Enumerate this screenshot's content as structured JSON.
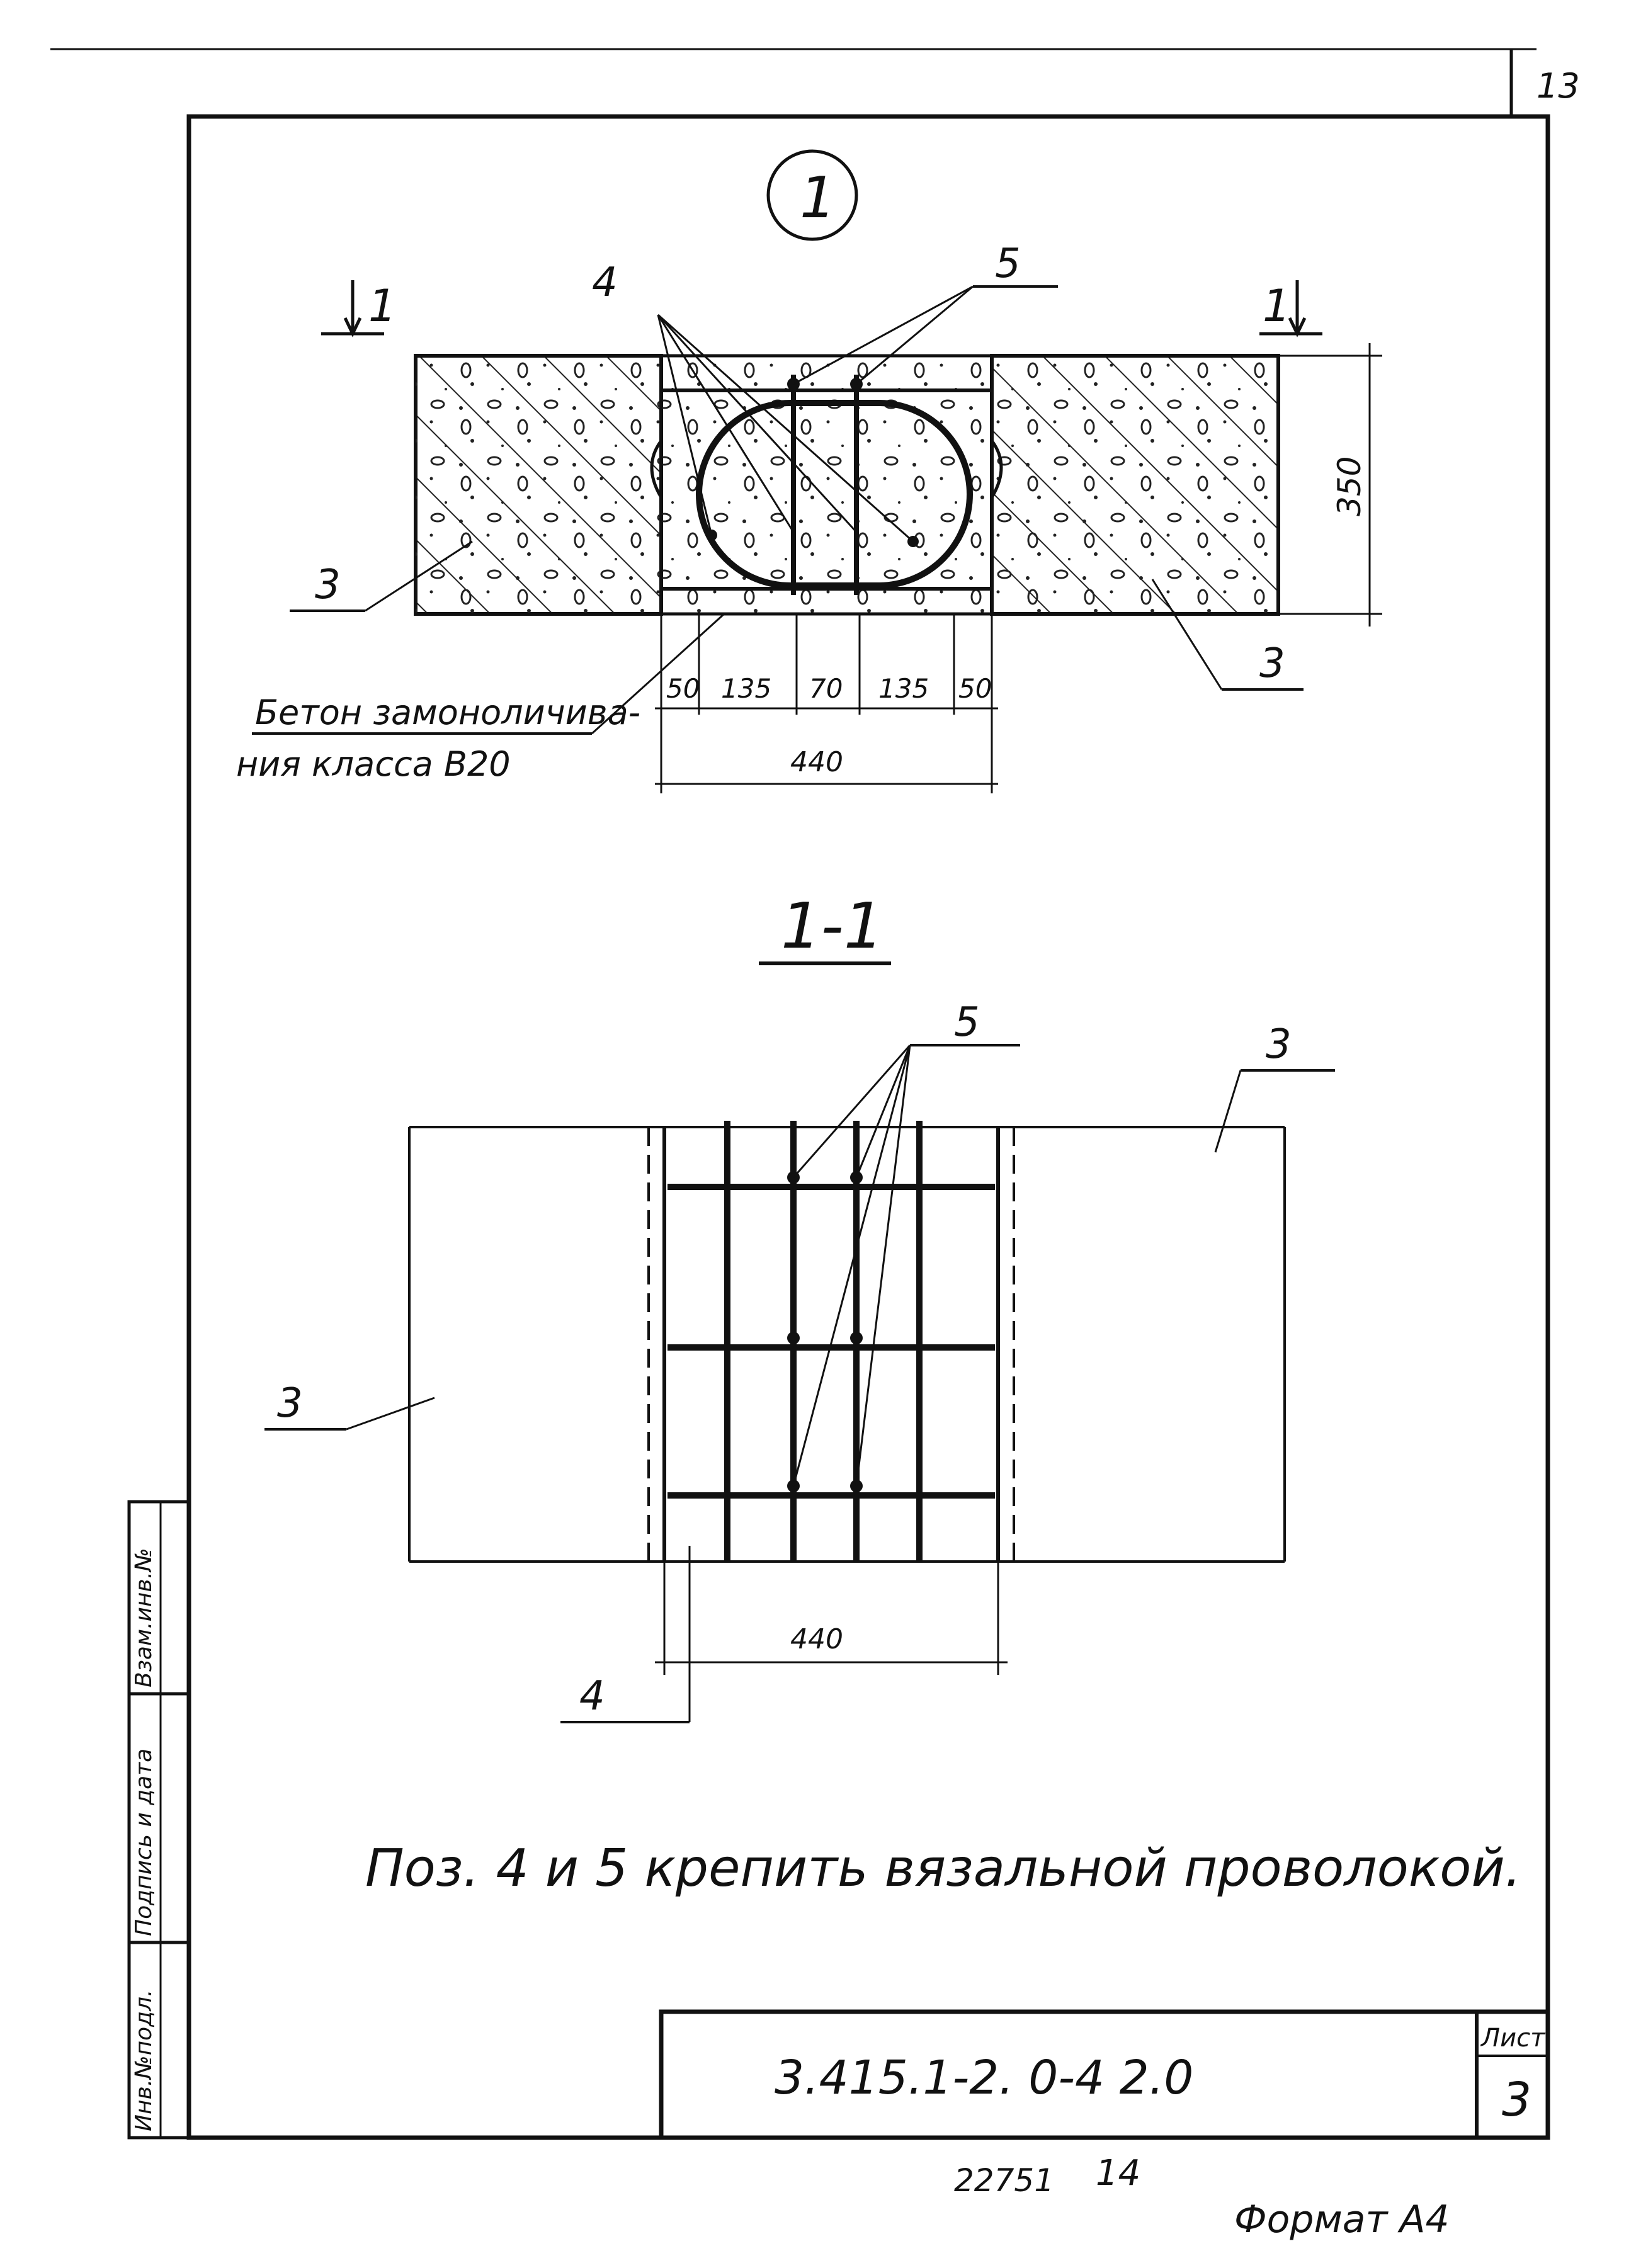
{
  "sheet": {
    "page_number": "13",
    "stamp_number": "22751",
    "stamp_suffix": "14",
    "format": "Формат А4"
  },
  "title_block": {
    "code": "3.415.1-2. 0-4  2.0",
    "sheet_label": "Лист",
    "sheet_value": "3"
  },
  "side_stamp": {
    "col1": "Инв.№подл.",
    "col2": "Подпись и дата",
    "col3": "Взам.инв.№"
  },
  "plan_view": {
    "node_marker": "1",
    "cut_marker_left": "1",
    "cut_marker_right": "1",
    "callout_4": "4",
    "callout_5": "5",
    "callout_3_left": "3",
    "callout_3_right": "3",
    "concrete_note_line1": "Бетон замоноличива-",
    "concrete_note_line2": "ния класса В20",
    "dims": [
      "50",
      "135",
      "70",
      "135",
      "50"
    ],
    "total_width": "440",
    "height": "350"
  },
  "section_view": {
    "title": "1-1",
    "callout_5": "5",
    "callout_3_left": "3",
    "callout_3_right": "3",
    "callout_4": "4",
    "total_width": "440"
  },
  "note": "Поз. 4 и 5 крепить вязальной проволокой."
}
